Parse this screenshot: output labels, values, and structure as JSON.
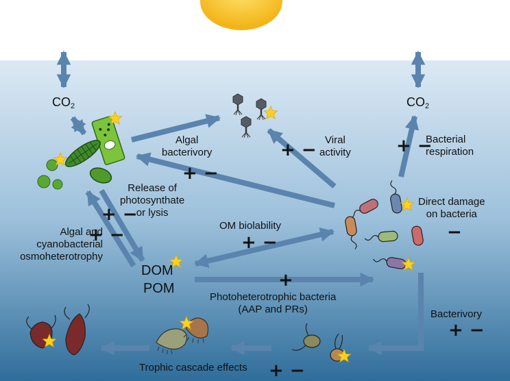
{
  "labels": {
    "co2_left_base": "CO",
    "co2_left_sub": "2",
    "co2_right_base": "CO",
    "co2_right_sub": "2",
    "algal_bacterivory": "Algal\nbacterivory",
    "viral_activity": "Viral\nactivity",
    "bacterial_respiration": "Bacterial\nrespiration",
    "release_photosynthate": "Release of\nphotosynthate\nor lysis",
    "algal_osmoheterotrophy": "Algal and\ncyanobacterial\nosmoheterotrophy",
    "om_biolability": "OM biolability",
    "direct_damage": "Direct damage\non bacteria",
    "dom": "DOM",
    "pom": "POM",
    "photoheterotrophic": "Photoheterotrophic bacteria\n(AAP and PRs)",
    "bacterivory": "Bacterivory",
    "trophic_cascade": "Trophic cascade effects"
  },
  "signs": {
    "algal_bacterivory": "+ −",
    "viral_activity": "+ −",
    "bacterial_respiration": "+ −",
    "release_photosynthate": "+ −",
    "algal_osmoheterotrophy": "+ −",
    "om_biolability": "+ −",
    "direct_damage": "−",
    "photoheterotrophic": "+",
    "bacterivory": "+ −",
    "trophic_cascade": "+ −"
  },
  "colors": {
    "sky": "#ffffff",
    "water_top": "#dce9f4",
    "water_bottom": "#2f6d9a",
    "sun": "#f6c21d",
    "arrow": "#5a84ad",
    "algae_green": "#7cc43c",
    "cyano_green": "#3e8a2a",
    "star": "#ffd21a"
  }
}
